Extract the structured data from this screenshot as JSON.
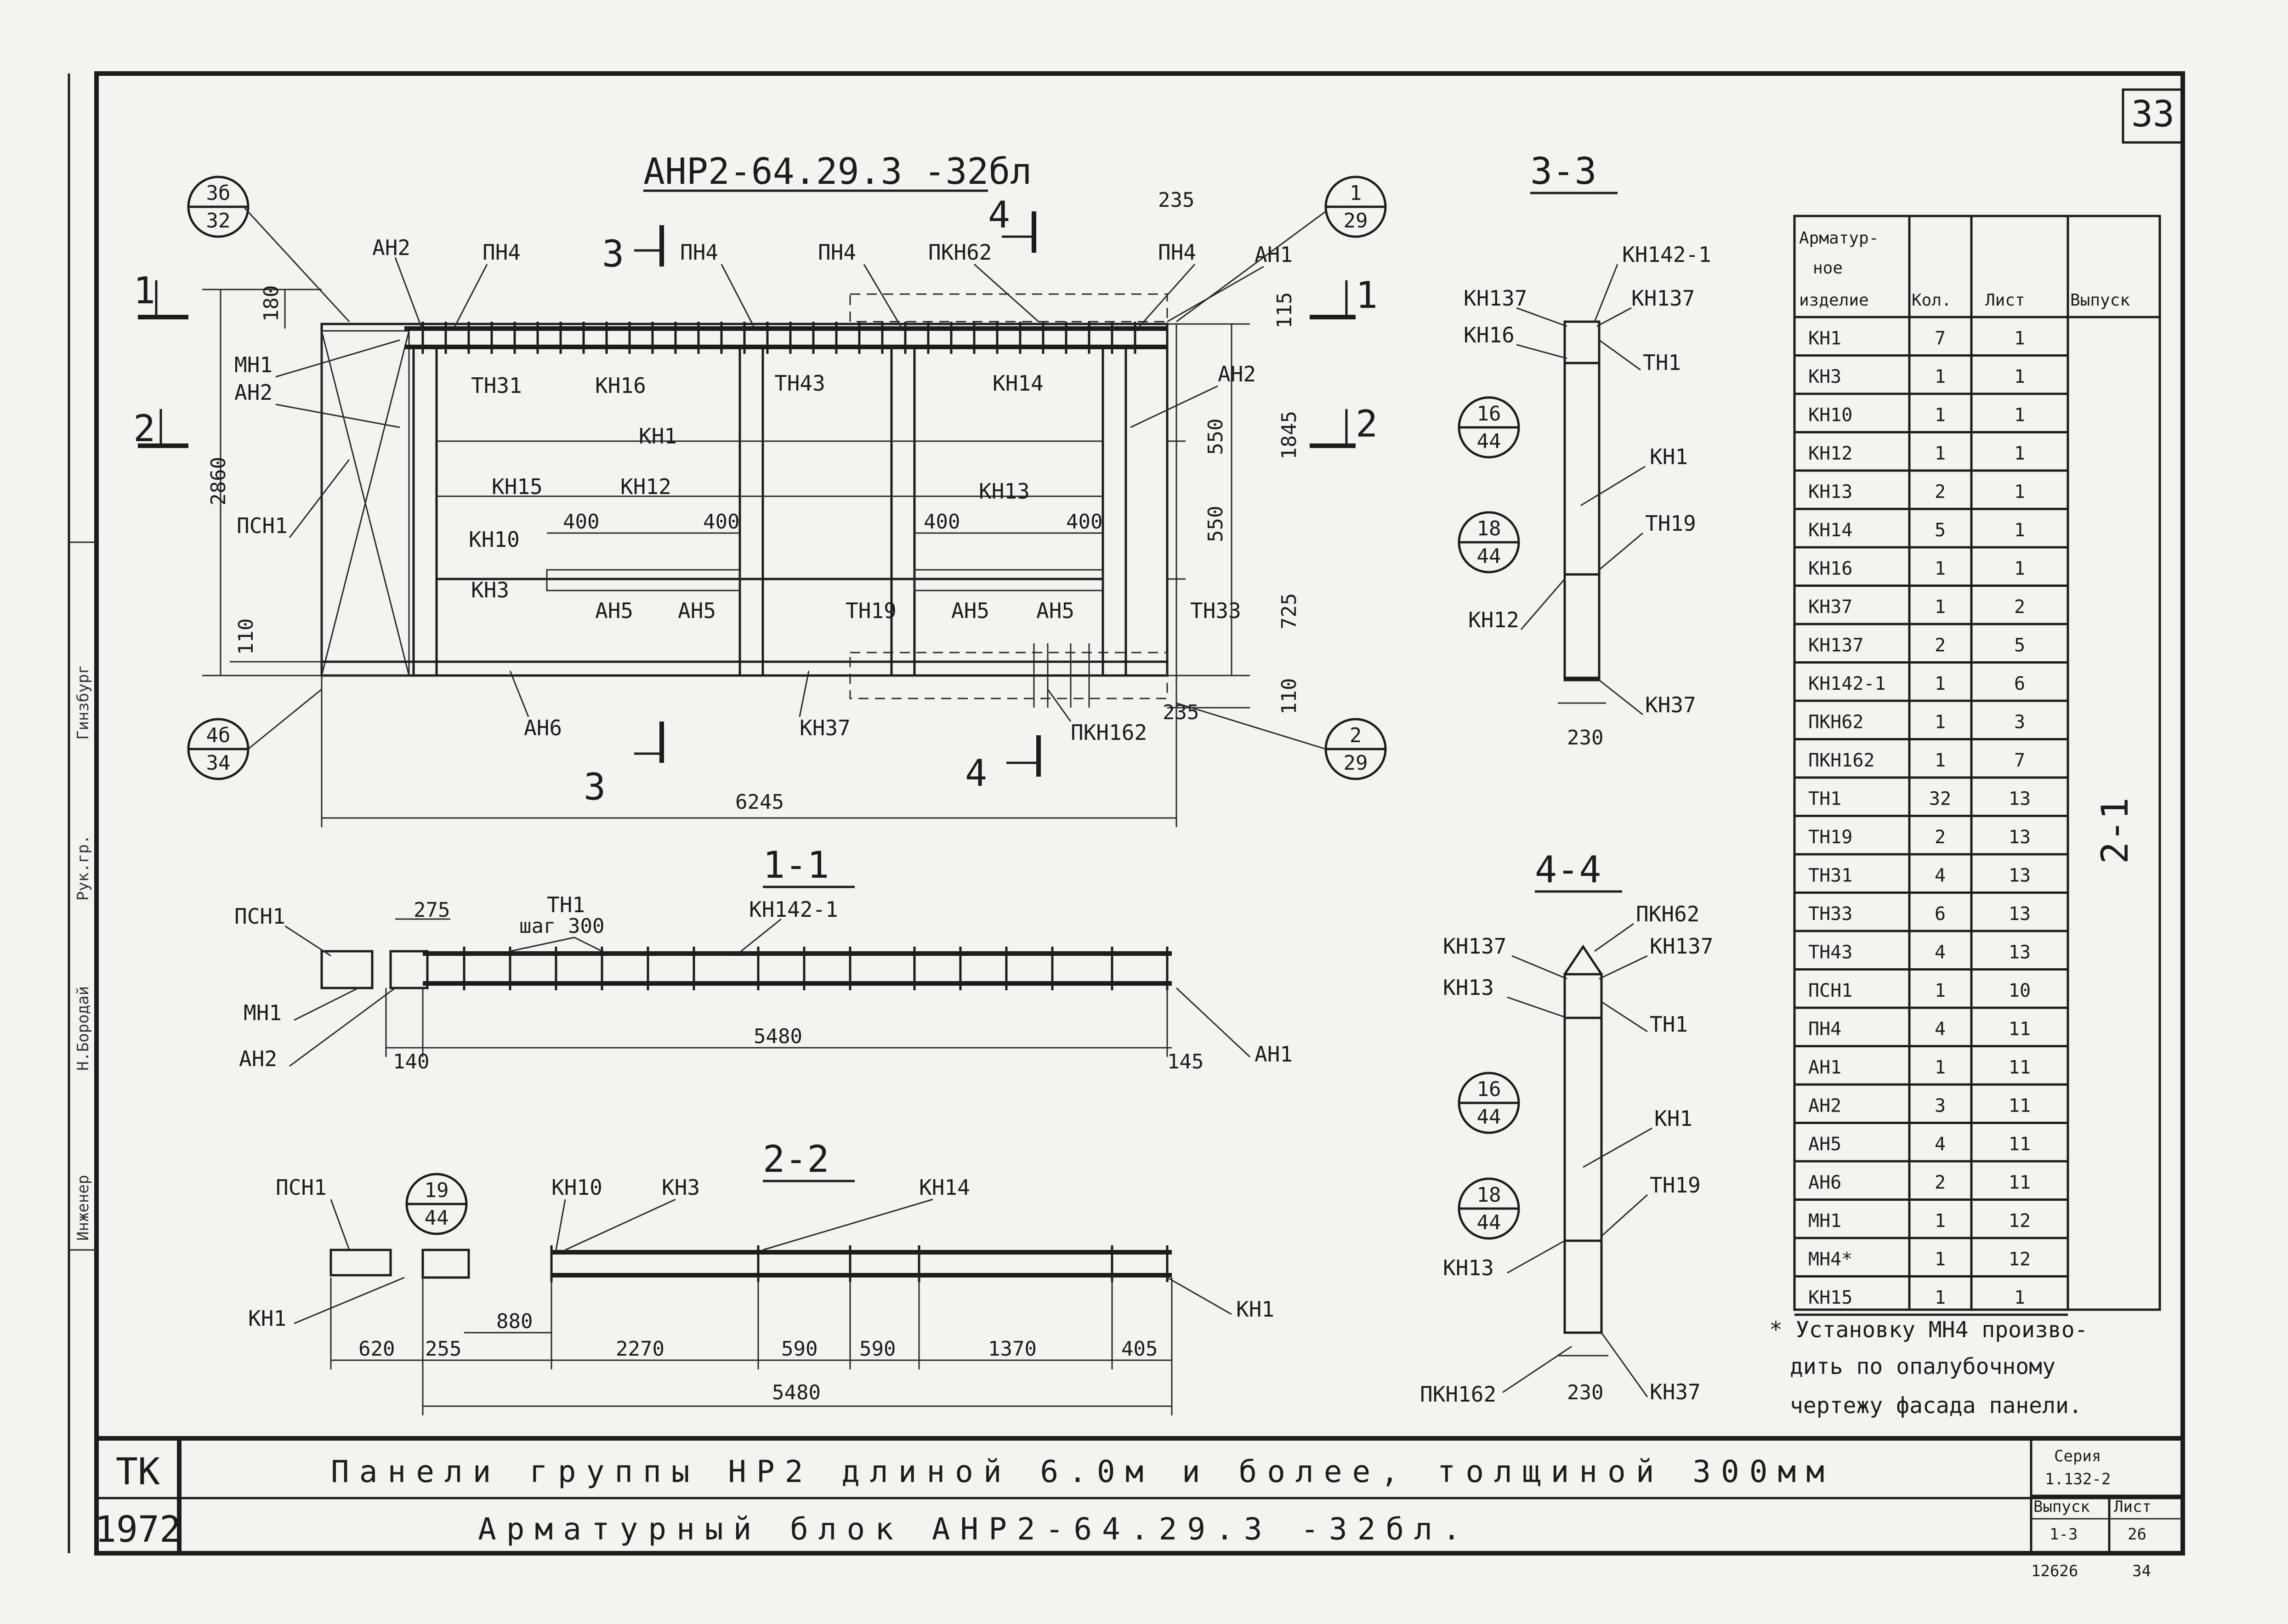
{
  "sheet_number": "33",
  "main_view": {
    "title": "АНР2-64.29.3 -32бл",
    "labels": [
      "АН2",
      "ПН4",
      "ПН4",
      "ПН4",
      "ПКН62",
      "ПН4",
      "АН1",
      "МН1",
      "АН2",
      "ТН31",
      "КН16",
      "ТН43",
      "КН14",
      "АН2",
      "КН1",
      "КН15",
      "КН12",
      "КН13",
      "КН10",
      "КН3",
      "АН5",
      "АН5",
      "ТН19",
      "АН5",
      "АН5",
      "ТН33",
      "ПСН1",
      "АН6",
      "КН37",
      "ПКН162"
    ],
    "dims": {
      "d180": "180",
      "d115": "115",
      "d235_top": "235",
      "d2860": "2860",
      "d1845": "1845",
      "d550a": "550",
      "d550b": "550",
      "d725": "725",
      "d110_left": "110",
      "d110_right": "110",
      "d235_bot": "235",
      "d6245": "6245",
      "d400a": "400",
      "d400b": "400",
      "d400c": "400",
      "d400d": "400"
    },
    "section_marks": {
      "s1": "1",
      "s2": "2",
      "s3": "3",
      "s4": "4"
    }
  },
  "bubbles": [
    {
      "top": "3б",
      "bottom": "32"
    },
    {
      "top": "4б",
      "bottom": "34"
    },
    {
      "top": "1",
      "bottom": "29"
    },
    {
      "top": "2",
      "bottom": "29"
    },
    {
      "top": "16",
      "bottom": "44"
    },
    {
      "top": "18",
      "bottom": "44"
    },
    {
      "top": "16",
      "bottom": "44"
    },
    {
      "top": "18",
      "bottom": "44"
    },
    {
      "top": "19",
      "bottom": "44"
    }
  ],
  "section_33": {
    "title": "3-3",
    "labels": [
      "КН142-1",
      "КН137",
      "КН137",
      "КН16",
      "ТН1",
      "КН1",
      "ТН19",
      "КН12",
      "КН37"
    ],
    "dim": "230"
  },
  "section_44": {
    "title": "4-4",
    "labels": [
      "ПКН62",
      "КН137",
      "КН137",
      "КН13",
      "ТН1",
      "КН1",
      "ТН19",
      "КН13",
      "ПКН162",
      "КН37"
    ],
    "dim": "230"
  },
  "section_11": {
    "title": "1-1",
    "labels": [
      "ПСН1",
      "МН1",
      "АН2",
      "ТН1",
      "шаг 300",
      "КН142-1",
      "АН1"
    ],
    "dims": [
      "275",
      "140",
      "5480",
      "145"
    ]
  },
  "section_22": {
    "title": "2-2",
    "labels": [
      "ПСН1",
      "КН10",
      "КН3",
      "КН14",
      "КН1",
      "КН1"
    ],
    "dims": [
      "880",
      "620",
      "255",
      "2270",
      "590",
      "590",
      "1370",
      "405",
      "5480"
    ]
  },
  "spec_table": {
    "headers": {
      "item": [
        "Арматур-",
        "ное",
        "изделие"
      ],
      "qty": "Кол.",
      "sheet": "Лист",
      "issue": "Выпуск"
    },
    "issue_value": "2-1",
    "rows": [
      {
        "item": "КН1",
        "qty": "7",
        "sheet": "1"
      },
      {
        "item": "КН3",
        "qty": "1",
        "sheet": "1"
      },
      {
        "item": "КН10",
        "qty": "1",
        "sheet": "1"
      },
      {
        "item": "КН12",
        "qty": "1",
        "sheet": "1"
      },
      {
        "item": "КН13",
        "qty": "2",
        "sheet": "1"
      },
      {
        "item": "КН14",
        "qty": "5",
        "sheet": "1"
      },
      {
        "item": "КН16",
        "qty": "1",
        "sheet": "1"
      },
      {
        "item": "КН37",
        "qty": "1",
        "sheet": "2"
      },
      {
        "item": "КН137",
        "qty": "2",
        "sheet": "5"
      },
      {
        "item": "КН142-1",
        "qty": "1",
        "sheet": "6"
      },
      {
        "item": "ПКН62",
        "qty": "1",
        "sheet": "3"
      },
      {
        "item": "ПКН162",
        "qty": "1",
        "sheet": "7"
      },
      {
        "item": "ТН1",
        "qty": "32",
        "sheet": "13"
      },
      {
        "item": "ТН19",
        "qty": "2",
        "sheet": "13"
      },
      {
        "item": "ТН31",
        "qty": "4",
        "sheet": "13"
      },
      {
        "item": "ТН33",
        "qty": "6",
        "sheet": "13"
      },
      {
        "item": "ТН43",
        "qty": "4",
        "sheet": "13"
      },
      {
        "item": "ПСН1",
        "qty": "1",
        "sheet": "10"
      },
      {
        "item": "ПН4",
        "qty": "4",
        "sheet": "11"
      },
      {
        "item": "АН1",
        "qty": "1",
        "sheet": "11"
      },
      {
        "item": "АН2",
        "qty": "3",
        "sheet": "11"
      },
      {
        "item": "АН5",
        "qty": "4",
        "sheet": "11"
      },
      {
        "item": "АН6",
        "qty": "2",
        "sheet": "11"
      },
      {
        "item": "МН1",
        "qty": "1",
        "sheet": "12"
      },
      {
        "item": "МН4*",
        "qty": "1",
        "sheet": "12"
      },
      {
        "item": "КН15",
        "qty": "1",
        "sheet": "1"
      }
    ],
    "footnote": [
      "* Установку МН4 произво-",
      "дить по опалубочному",
      "чертежу фасада панели."
    ]
  },
  "title_block": {
    "org": "ТК",
    "year": "1972",
    "title1": "Панели группы НР2 длиной 6.0м и более, толщиной 300мм",
    "title2": "Арматурный блок АНР2-64.29.3 -32бл.",
    "series_label": "Серия",
    "series_value": "1.132-2",
    "issue_label": "Выпуск",
    "issue_value": "1-3",
    "sheet_label": "Лист",
    "sheet_value": "26",
    "inv": "12626",
    "page": "34"
  },
  "side_stamp": [
    "Инженер",
    "Н.Бородай",
    "Рук.гр.",
    "Гинзбург"
  ]
}
